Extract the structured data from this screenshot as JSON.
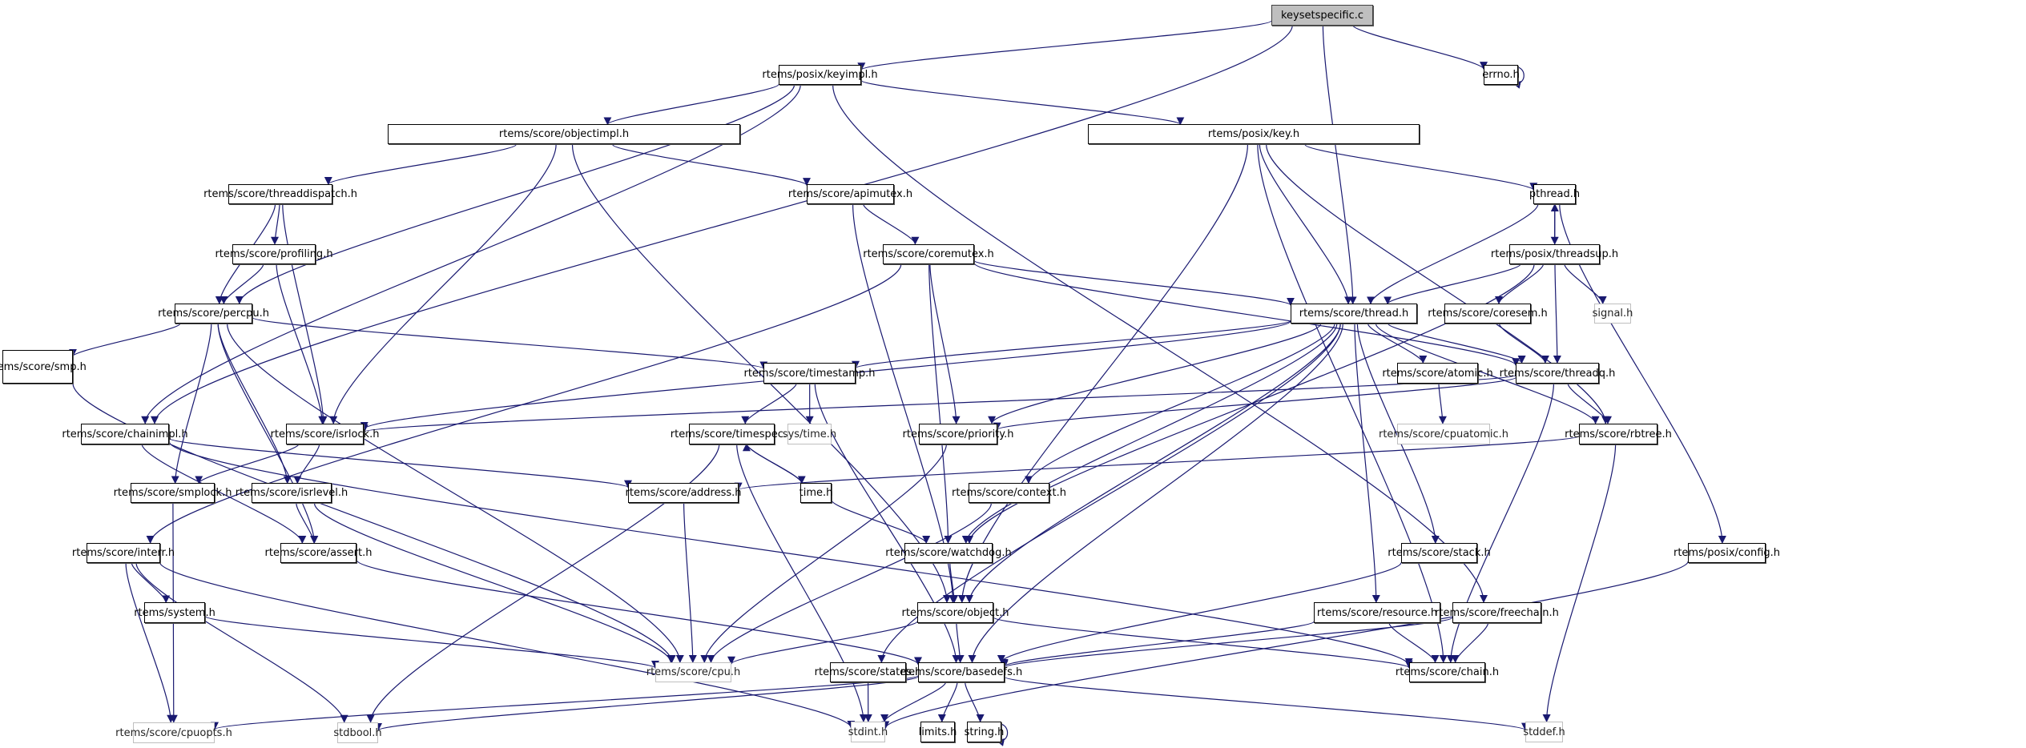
{
  "diagram": {
    "type": "include-dependency-graph",
    "root": "keysetspecific.c",
    "colors": {
      "edge": "#191970",
      "root_fill": "#bfbfbf",
      "node_border": "#000000",
      "external_border": "#bfbfbf"
    },
    "nodes": [
      {
        "id": "keysetspecific",
        "label": "keysetspecific.c",
        "kind": "root"
      },
      {
        "id": "errno",
        "label": "errno.h",
        "kind": "normal"
      },
      {
        "id": "keyimpl",
        "label": "rtems/posix/keyimpl.h",
        "kind": "normal"
      },
      {
        "id": "objectimpl",
        "label": "rtems/score/objectimpl.h",
        "kind": "normal"
      },
      {
        "id": "key",
        "label": "rtems/posix/key.h",
        "kind": "normal"
      },
      {
        "id": "threaddispatch",
        "label": "rtems/score/threaddispatch.h",
        "kind": "normal"
      },
      {
        "id": "apimutex",
        "label": "rtems/score/apimutex.h",
        "kind": "normal"
      },
      {
        "id": "pthread",
        "label": "pthread.h",
        "kind": "normal"
      },
      {
        "id": "profiling",
        "label": "rtems/score/profiling.h",
        "kind": "normal"
      },
      {
        "id": "coremutex",
        "label": "rtems/score/coremutex.h",
        "kind": "normal"
      },
      {
        "id": "threadsup",
        "label": "rtems/posix/threadsup.h",
        "kind": "normal"
      },
      {
        "id": "percpu",
        "label": "rtems/score/percpu.h",
        "kind": "normal"
      },
      {
        "id": "thread",
        "label": "rtems/score/thread.h",
        "kind": "normal"
      },
      {
        "id": "coresem",
        "label": "rtems/score/coresem.h",
        "kind": "normal"
      },
      {
        "id": "signal",
        "label": "signal.h",
        "kind": "external"
      },
      {
        "id": "smp",
        "label": "rtems/score/smp.h",
        "kind": "normal"
      },
      {
        "id": "timestamp",
        "label": "rtems/score/timestamp.h",
        "kind": "normal"
      },
      {
        "id": "atomic",
        "label": "rtems/score/atomic.h",
        "kind": "normal"
      },
      {
        "id": "threadq",
        "label": "rtems/score/threadq.h",
        "kind": "normal"
      },
      {
        "id": "chainimpl",
        "label": "rtems/score/chainimpl.h",
        "kind": "normal"
      },
      {
        "id": "isrlock",
        "label": "rtems/score/isrlock.h",
        "kind": "normal"
      },
      {
        "id": "timespec",
        "label": "rtems/score/timespec.h",
        "kind": "normal"
      },
      {
        "id": "systime",
        "label": "sys/time.h",
        "kind": "external"
      },
      {
        "id": "priority",
        "label": "rtems/score/priority.h",
        "kind": "normal"
      },
      {
        "id": "cpuatomic",
        "label": "rtems/score/cpuatomic.h",
        "kind": "external"
      },
      {
        "id": "rbtree",
        "label": "rtems/score/rbtree.h",
        "kind": "normal"
      },
      {
        "id": "smplock",
        "label": "rtems/score/smplock.h",
        "kind": "normal"
      },
      {
        "id": "isrlevel",
        "label": "rtems/score/isrlevel.h",
        "kind": "normal"
      },
      {
        "id": "address",
        "label": "rtems/score/address.h",
        "kind": "normal"
      },
      {
        "id": "time",
        "label": "time.h",
        "kind": "normal"
      },
      {
        "id": "context",
        "label": "rtems/score/context.h",
        "kind": "normal"
      },
      {
        "id": "interr",
        "label": "rtems/score/interr.h",
        "kind": "normal"
      },
      {
        "id": "assert",
        "label": "rtems/score/assert.h",
        "kind": "normal"
      },
      {
        "id": "watchdog",
        "label": "rtems/score/watchdog.h",
        "kind": "normal"
      },
      {
        "id": "stack",
        "label": "rtems/score/stack.h",
        "kind": "normal"
      },
      {
        "id": "posixconfig",
        "label": "rtems/posix/config.h",
        "kind": "normal"
      },
      {
        "id": "system",
        "label": "rtems/system.h",
        "kind": "normal"
      },
      {
        "id": "object",
        "label": "rtems/score/object.h",
        "kind": "normal"
      },
      {
        "id": "resource",
        "label": "rtems/score/resource.h",
        "kind": "normal"
      },
      {
        "id": "freechain",
        "label": "rtems/score/freechain.h",
        "kind": "normal"
      },
      {
        "id": "cpu",
        "label": "rtems/score/cpu.h",
        "kind": "external"
      },
      {
        "id": "states",
        "label": "rtems/score/states.h",
        "kind": "normal"
      },
      {
        "id": "basedefs",
        "label": "rtems/score/basedefs.h",
        "kind": "normal"
      },
      {
        "id": "chain",
        "label": "rtems/score/chain.h",
        "kind": "normal"
      },
      {
        "id": "cpuopts",
        "label": "rtems/score/cpuopts.h",
        "kind": "external"
      },
      {
        "id": "stdbool",
        "label": "stdbool.h",
        "kind": "external"
      },
      {
        "id": "stdint",
        "label": "stdint.h",
        "kind": "external"
      },
      {
        "id": "limits",
        "label": "limits.h",
        "kind": "normal"
      },
      {
        "id": "string",
        "label": "string.h",
        "kind": "normal"
      },
      {
        "id": "stddef",
        "label": "stddef.h",
        "kind": "external"
      }
    ],
    "edges": [
      [
        "keysetspecific",
        "keyimpl"
      ],
      [
        "keysetspecific",
        "errno"
      ],
      [
        "keysetspecific",
        "thread"
      ],
      [
        "keysetspecific",
        "chainimpl"
      ],
      [
        "errno",
        "errno"
      ],
      [
        "keyimpl",
        "objectimpl"
      ],
      [
        "keyimpl",
        "key"
      ],
      [
        "keyimpl",
        "percpu"
      ],
      [
        "keyimpl",
        "chainimpl"
      ],
      [
        "keyimpl",
        "freechain"
      ],
      [
        "objectimpl",
        "threaddispatch"
      ],
      [
        "objectimpl",
        "apimutex"
      ],
      [
        "objectimpl",
        "isrlock"
      ],
      [
        "objectimpl",
        "object"
      ],
      [
        "key",
        "thread"
      ],
      [
        "key",
        "pthread"
      ],
      [
        "key",
        "rbtree"
      ],
      [
        "key",
        "object"
      ],
      [
        "key",
        "chain"
      ],
      [
        "threaddispatch",
        "profiling"
      ],
      [
        "threaddispatch",
        "percpu"
      ],
      [
        "threaddispatch",
        "isrlock"
      ],
      [
        "apimutex",
        "coremutex"
      ],
      [
        "apimutex",
        "object"
      ],
      [
        "pthread",
        "threadsup"
      ],
      [
        "pthread",
        "thread"
      ],
      [
        "pthread",
        "posixconfig"
      ],
      [
        "profiling",
        "percpu"
      ],
      [
        "profiling",
        "isrlock"
      ],
      [
        "coremutex",
        "thread"
      ],
      [
        "coremutex",
        "threadq"
      ],
      [
        "coremutex",
        "priority"
      ],
      [
        "coremutex",
        "watchdog"
      ],
      [
        "coremutex",
        "interr"
      ],
      [
        "threadsup",
        "pthread"
      ],
      [
        "threadsup",
        "thread"
      ],
      [
        "threadsup",
        "coresem"
      ],
      [
        "threadsup",
        "threadq"
      ],
      [
        "threadsup",
        "signal"
      ],
      [
        "threadsup",
        "watchdog"
      ],
      [
        "percpu",
        "smp"
      ],
      [
        "percpu",
        "timestamp"
      ],
      [
        "percpu",
        "smplock"
      ],
      [
        "percpu",
        "isrlevel"
      ],
      [
        "percpu",
        "assert"
      ],
      [
        "percpu",
        "cpu"
      ],
      [
        "thread",
        "timestamp"
      ],
      [
        "thread",
        "atomic"
      ],
      [
        "thread",
        "threadq"
      ],
      [
        "thread",
        "isrlock"
      ],
      [
        "thread",
        "priority"
      ],
      [
        "thread",
        "context"
      ],
      [
        "thread",
        "watchdog"
      ],
      [
        "thread",
        "stack"
      ],
      [
        "thread",
        "object"
      ],
      [
        "thread",
        "resource"
      ],
      [
        "thread",
        "states"
      ],
      [
        "thread",
        "basedefs"
      ],
      [
        "thread",
        "rbtree"
      ],
      [
        "coresem",
        "threadq"
      ],
      [
        "smp",
        "cpu"
      ],
      [
        "timestamp",
        "timespec"
      ],
      [
        "timestamp",
        "systime"
      ],
      [
        "timestamp",
        "basedefs"
      ],
      [
        "atomic",
        "cpuatomic"
      ],
      [
        "threadq",
        "isrlock"
      ],
      [
        "threadq",
        "priority"
      ],
      [
        "threadq",
        "rbtree"
      ],
      [
        "threadq",
        "chain"
      ],
      [
        "chainimpl",
        "address"
      ],
      [
        "chainimpl",
        "assert"
      ],
      [
        "chainimpl",
        "chain"
      ],
      [
        "isrlock",
        "smplock"
      ],
      [
        "isrlock",
        "isrlevel"
      ],
      [
        "timespec",
        "time"
      ],
      [
        "timespec",
        "stdbool"
      ],
      [
        "timespec",
        "stdint"
      ],
      [
        "priority",
        "cpu"
      ],
      [
        "rbtree",
        "address"
      ],
      [
        "rbtree",
        "stddef"
      ],
      [
        "smplock",
        "cpuopts"
      ],
      [
        "isrlevel",
        "assert"
      ],
      [
        "isrlevel",
        "cpu"
      ],
      [
        "address",
        "cpu"
      ],
      [
        "time",
        "timespec"
      ],
      [
        "time",
        "watchdog"
      ],
      [
        "context",
        "cpu"
      ],
      [
        "interr",
        "system"
      ],
      [
        "interr",
        "stdbool"
      ],
      [
        "interr",
        "stdint"
      ],
      [
        "interr",
        "cpuopts"
      ],
      [
        "assert",
        "basedefs"
      ],
      [
        "watchdog",
        "object"
      ],
      [
        "stack",
        "basedefs"
      ],
      [
        "posixconfig",
        "stdint"
      ],
      [
        "system",
        "cpu"
      ],
      [
        "object",
        "cpu"
      ],
      [
        "object",
        "basedefs"
      ],
      [
        "object",
        "chain"
      ],
      [
        "resource",
        "basedefs"
      ],
      [
        "resource",
        "chain"
      ],
      [
        "freechain",
        "basedefs"
      ],
      [
        "freechain",
        "chain"
      ],
      [
        "states",
        "stdint"
      ],
      [
        "basedefs",
        "stdint"
      ],
      [
        "basedefs",
        "stdbool"
      ],
      [
        "basedefs",
        "limits"
      ],
      [
        "basedefs",
        "string"
      ],
      [
        "basedefs",
        "stddef"
      ],
      [
        "basedefs",
        "cpuopts"
      ],
      [
        "string",
        "string"
      ]
    ]
  }
}
